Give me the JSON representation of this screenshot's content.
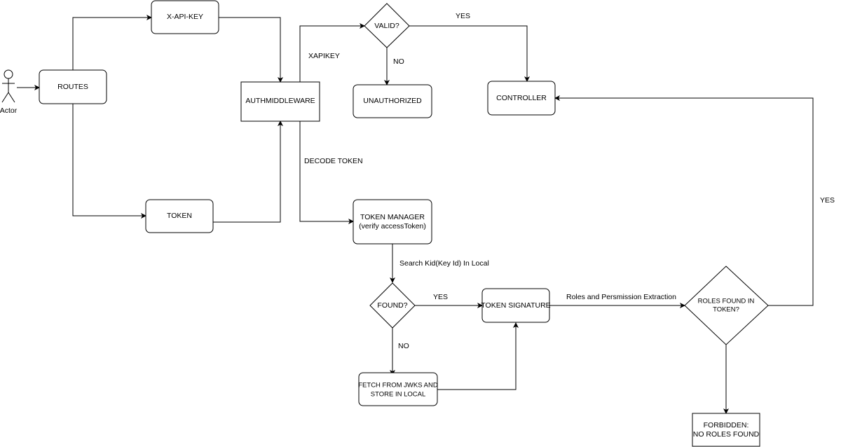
{
  "diagram": {
    "actor": {
      "label": "Actor"
    },
    "nodes": {
      "routes": "ROUTES",
      "x_api_key": "X-API-KEY",
      "token": "TOKEN",
      "authmiddleware": "AUTHMIDDLEWARE",
      "valid": "VALID?",
      "unauthorized": "UNAUTHORIZED",
      "controller": "CONTROLLER",
      "token_manager_line1": "TOKEN MANAGER",
      "token_manager_line2": "(verify accessToken)",
      "found": "FOUND?",
      "token_signature": "TOKEN SIGNATURE",
      "fetch_line1": "FETCH FROM JWKS AND",
      "fetch_line2": "STORE IN LOCAL",
      "roles_found_line1": "ROLES FOUND IN",
      "roles_found_line2": "TOKEN?",
      "forbidden_line1": "FORBIDDEN:",
      "forbidden_line2": "NO ROLES FOUND"
    },
    "edges": {
      "xapikey": "XAPIKEY",
      "valid_yes": "YES",
      "valid_no": "NO",
      "decode_token": "DECODE TOKEN",
      "search_kid": "Search Kid(Key Id) In Local",
      "found_yes": "YES",
      "found_no": "NO",
      "roles_extraction": "Roles and Persmission Extraction",
      "roles_yes": "YES"
    }
  }
}
